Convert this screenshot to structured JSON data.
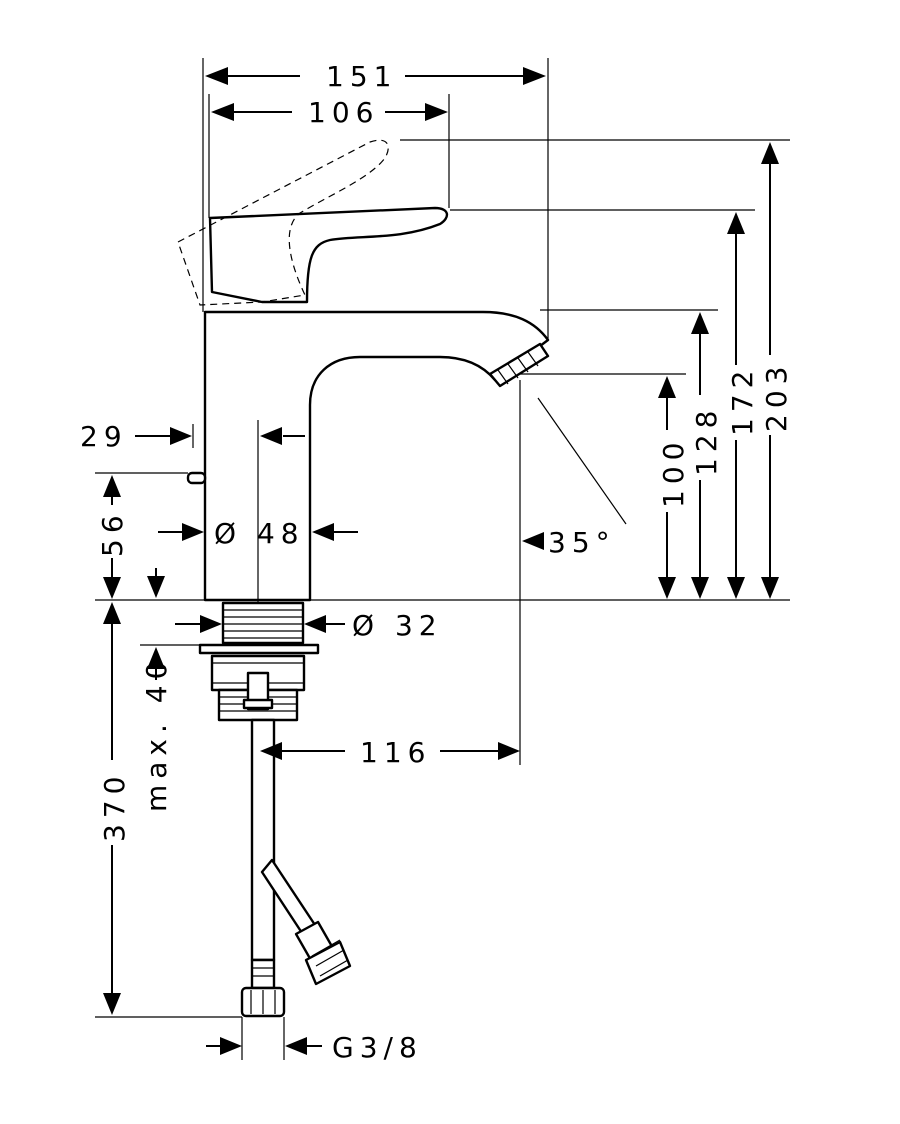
{
  "dimensions": {
    "overall_length": "151",
    "lever_reach": "106",
    "height_lever_raised": "203",
    "height_lever_top": "172",
    "height_spout_top": "128",
    "height_spout_outlet": "100",
    "lever_axis_offset": "29",
    "lever_height": "56",
    "body_diameter": "Ø 48",
    "shank_diameter": "Ø 32",
    "spout_reach": "116",
    "spray_angle": "35°",
    "max_counter_thickness": "max. 40",
    "hose_length": "370",
    "thread": "G3/8"
  }
}
